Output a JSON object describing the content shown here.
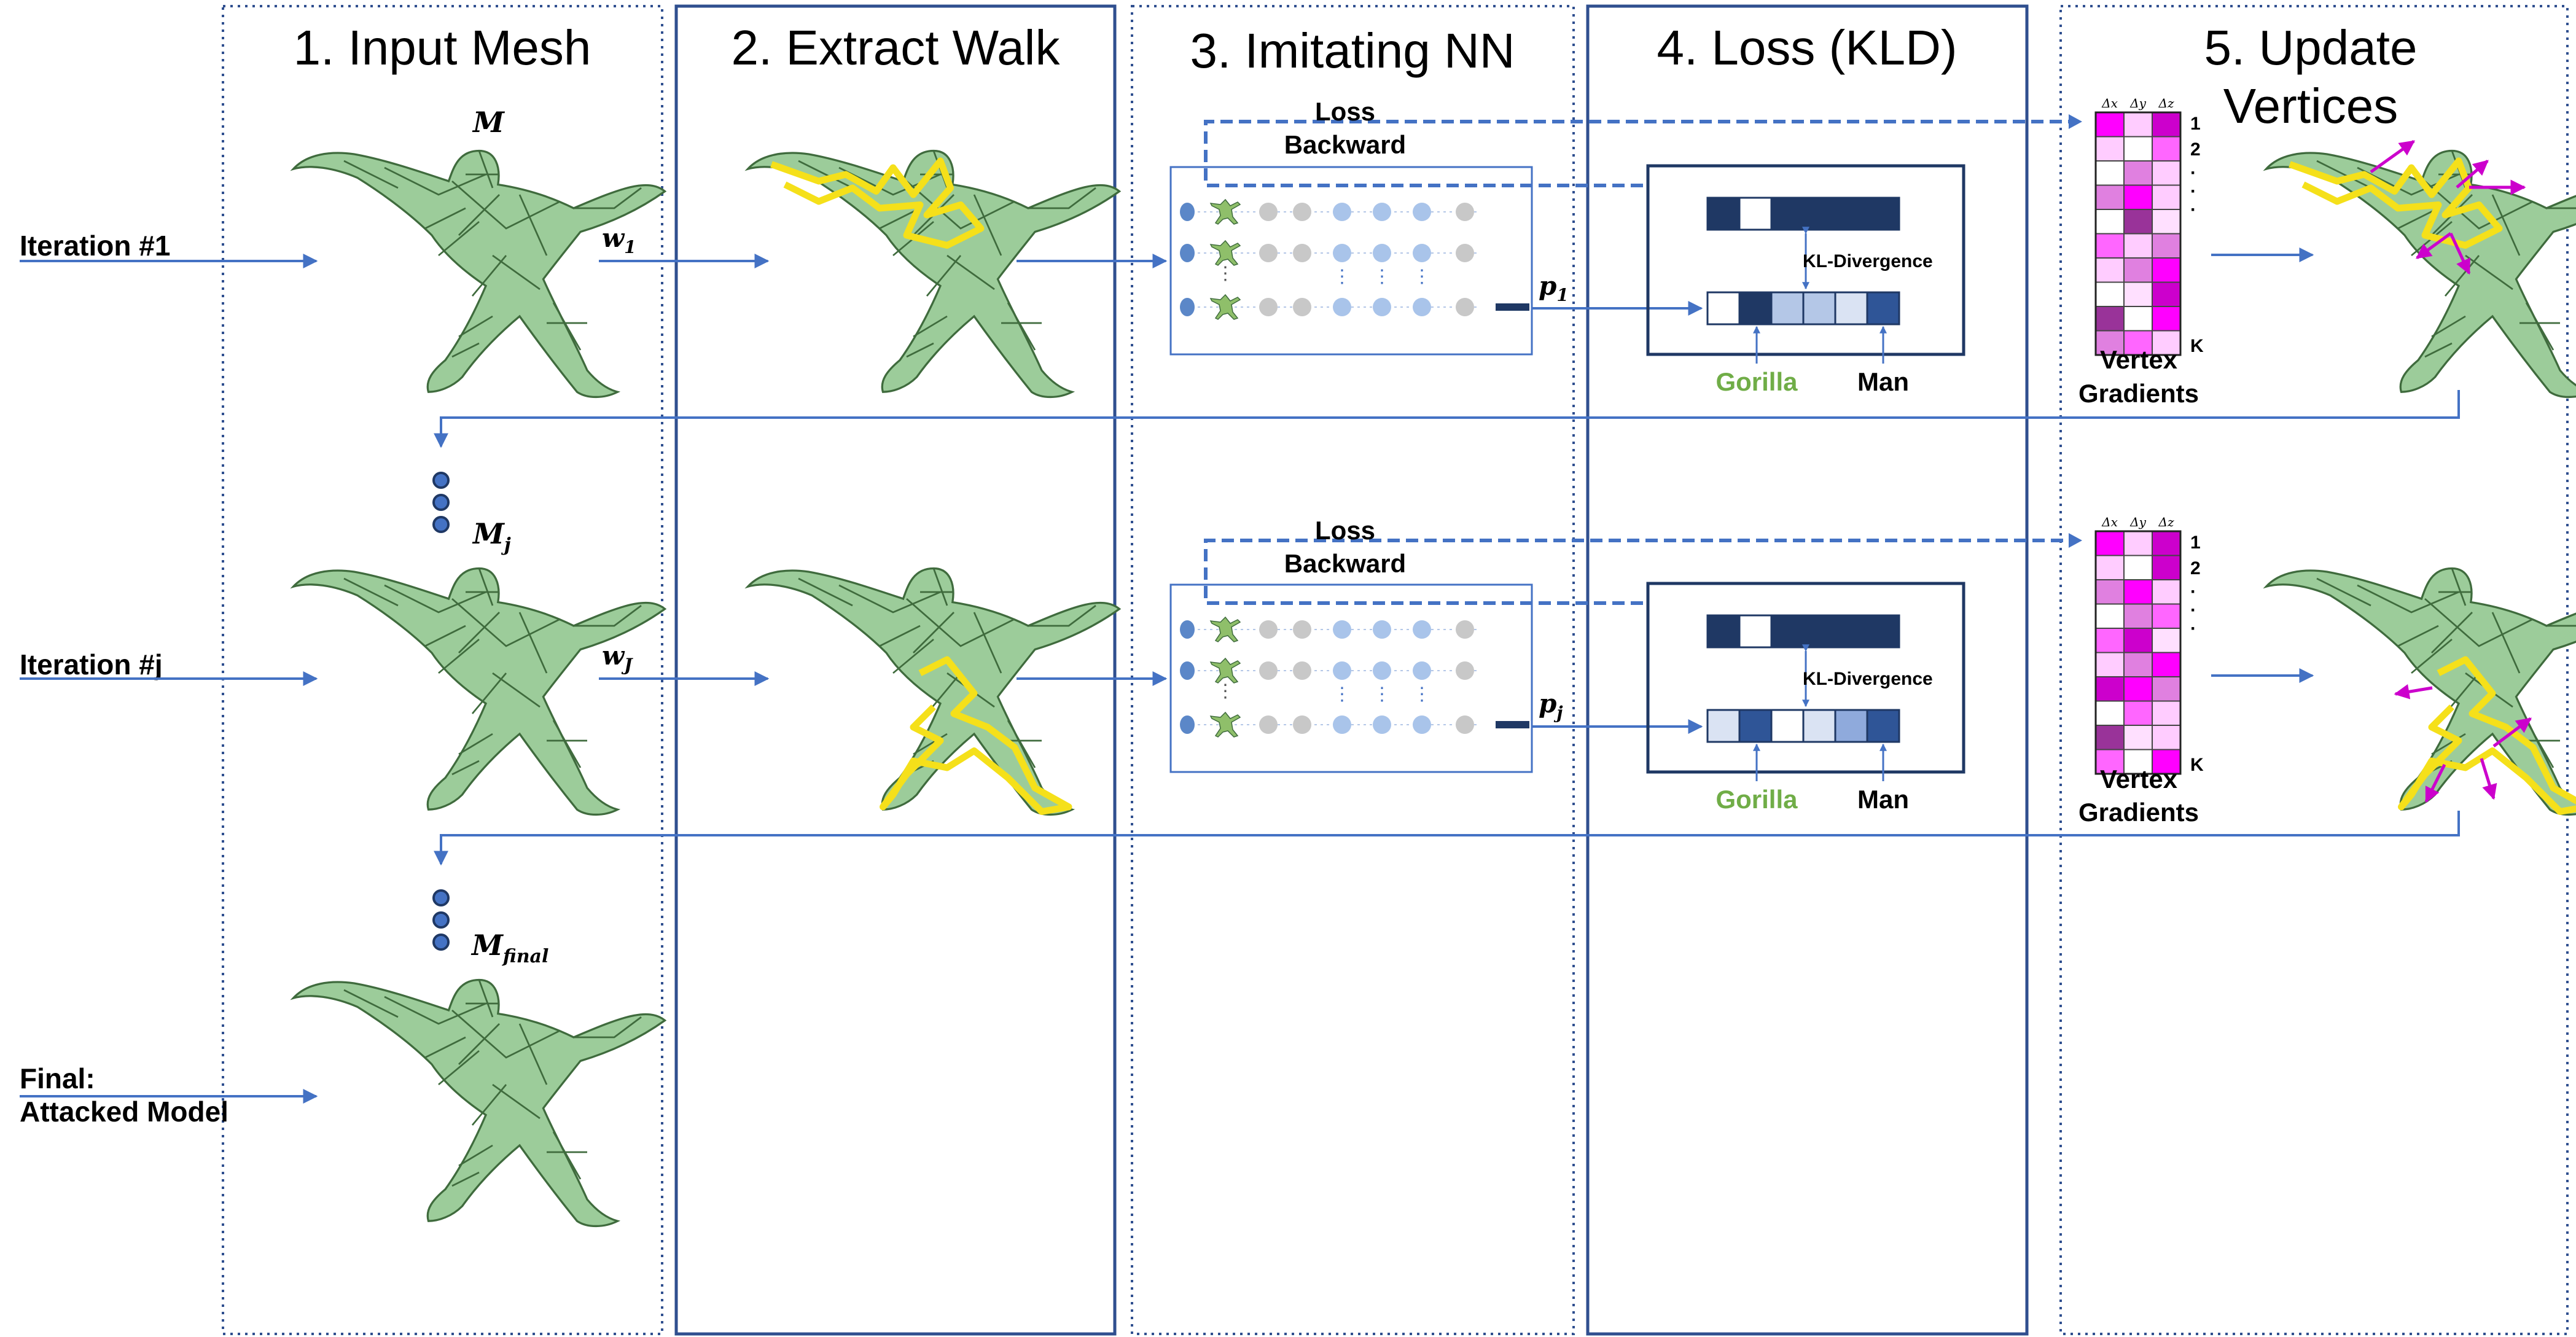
{
  "columns": [
    {
      "title": "1. Input Mesh"
    },
    {
      "title": "2. Extract Walk"
    },
    {
      "title": "3. Imitating NN"
    },
    {
      "title": "4. Loss (KLD)"
    },
    {
      "title": "5. Update",
      "title2": "Vertices"
    }
  ],
  "rows": [
    {
      "label": "Iteration #1",
      "mesh": "M",
      "walk": "w",
      "walk_sub": "1",
      "pred": "p",
      "pred_sub": "1"
    },
    {
      "label": "Iteration #j",
      "mesh": "M",
      "mesh_sub": "j",
      "walk": "w",
      "walk_sub": "J",
      "pred": "p",
      "pred_sub": "j"
    },
    {
      "label": "Final:",
      "label2": "Attacked Model",
      "mesh": "M",
      "mesh_sub": "final"
    }
  ],
  "loss_backward": {
    "line1": "Loss",
    "line2": "Backward"
  },
  "kld": {
    "label": "KL-Divergence",
    "class_a": "Gorilla",
    "class_b": "Man"
  },
  "gradients": {
    "line1": "Vertex",
    "line2": "Gradients",
    "headers": [
      "Δx",
      "Δy",
      "Δz"
    ],
    "row_labels": [
      "1",
      "2",
      "·",
      "·",
      "·",
      "K"
    ]
  },
  "colors": {
    "frame": "#2f4f8f",
    "arrow": "#4472c4",
    "mesh_fill": "#9ccc9a",
    "walk": "#f5e01a",
    "gorilla": "#70ad47",
    "navy": "#1f3864",
    "magenta": "#cc00cc"
  }
}
